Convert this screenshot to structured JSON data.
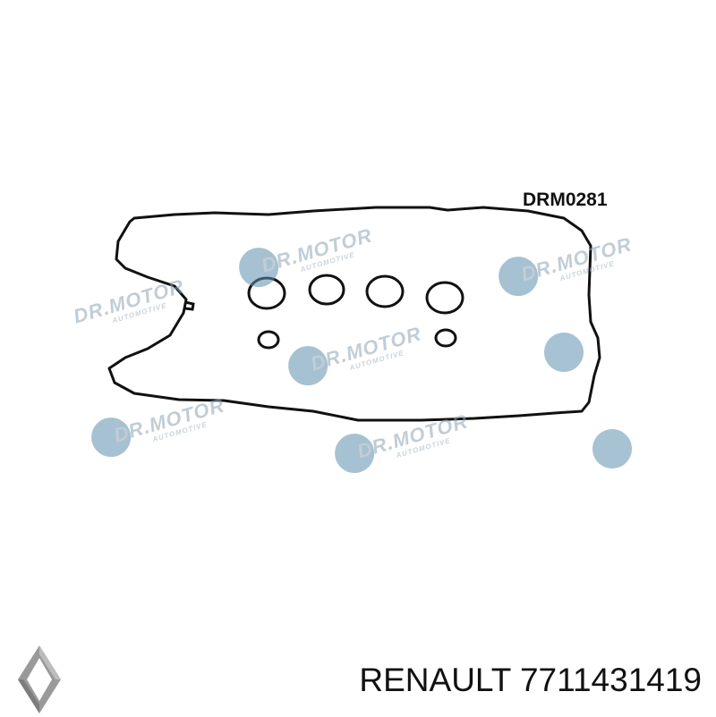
{
  "product": {
    "part_code": "DRM0281",
    "watermark_brand": "DR.MOTOR",
    "watermark_sub": "AUTOMOTIVE",
    "gasket_color": "#111111",
    "watermark_color": "#5f90ad"
  },
  "footer": {
    "brand_name": "RENAULT",
    "part_number": "7711431419",
    "logo_icon": "renault-logo-icon"
  }
}
